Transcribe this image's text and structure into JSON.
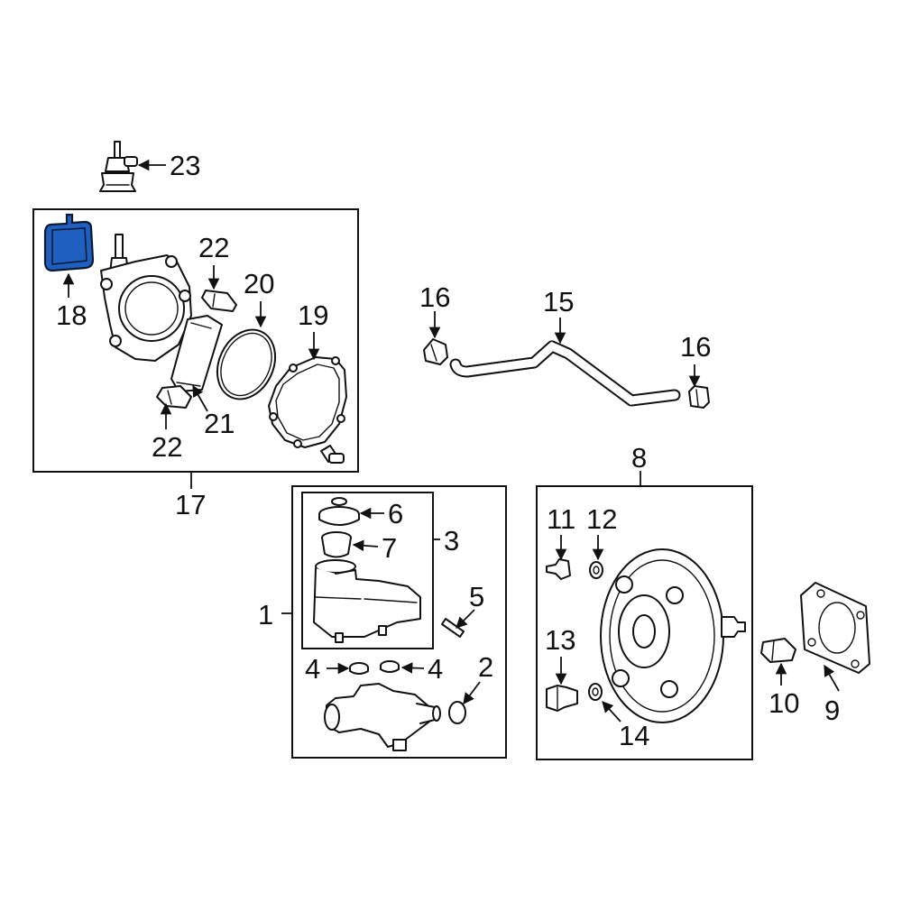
{
  "callouts": {
    "c1": "1",
    "c2": "2",
    "c3": "3",
    "c4a": "4",
    "c4b": "4",
    "c5": "5",
    "c6": "6",
    "c7": "7",
    "c8": "8",
    "c9": "9",
    "c10": "10",
    "c11": "11",
    "c12": "12",
    "c13": "13",
    "c14": "14",
    "c15": "15",
    "c16a": "16",
    "c16b": "16",
    "c17": "17",
    "c18": "18",
    "c19": "19",
    "c20": "20",
    "c21": "21",
    "c22a": "22",
    "c22b": "22",
    "c23": "23"
  },
  "colors": {
    "highlight": "#1f5fbf",
    "line": "#111111",
    "background": "#ffffff"
  }
}
